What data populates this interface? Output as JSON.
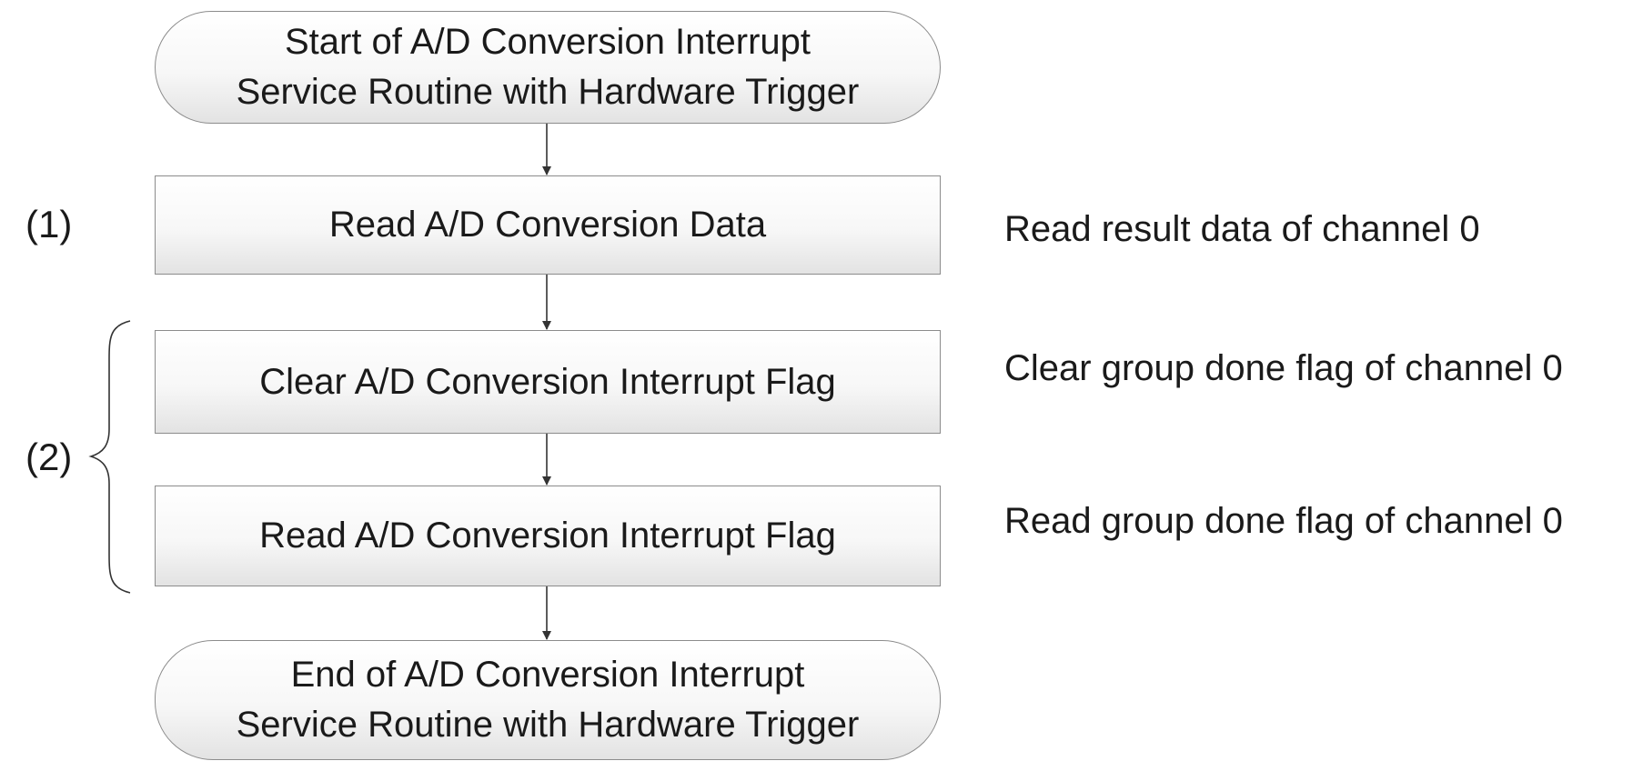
{
  "flowchart": {
    "start": {
      "line1": "Start of A/D Conversion Interrupt",
      "line2": "Service Routine with Hardware Trigger"
    },
    "steps": [
      {
        "text": "Read A/D Conversion Data"
      },
      {
        "text": "Clear A/D Conversion Interrupt Flag"
      },
      {
        "text": "Read A/D Conversion Interrupt Flag"
      }
    ],
    "end": {
      "line1": "End of A/D Conversion Interrupt",
      "line2": "Service Routine with Hardware Trigger"
    }
  },
  "labels": {
    "step1": "(1)",
    "step2": "(2)"
  },
  "notes": [
    "Read result data of channel 0",
    "Clear group done flag of channel 0",
    "Read group done flag of channel 0"
  ],
  "colors": {
    "line": "#333333",
    "border": "#8c8c8c"
  }
}
